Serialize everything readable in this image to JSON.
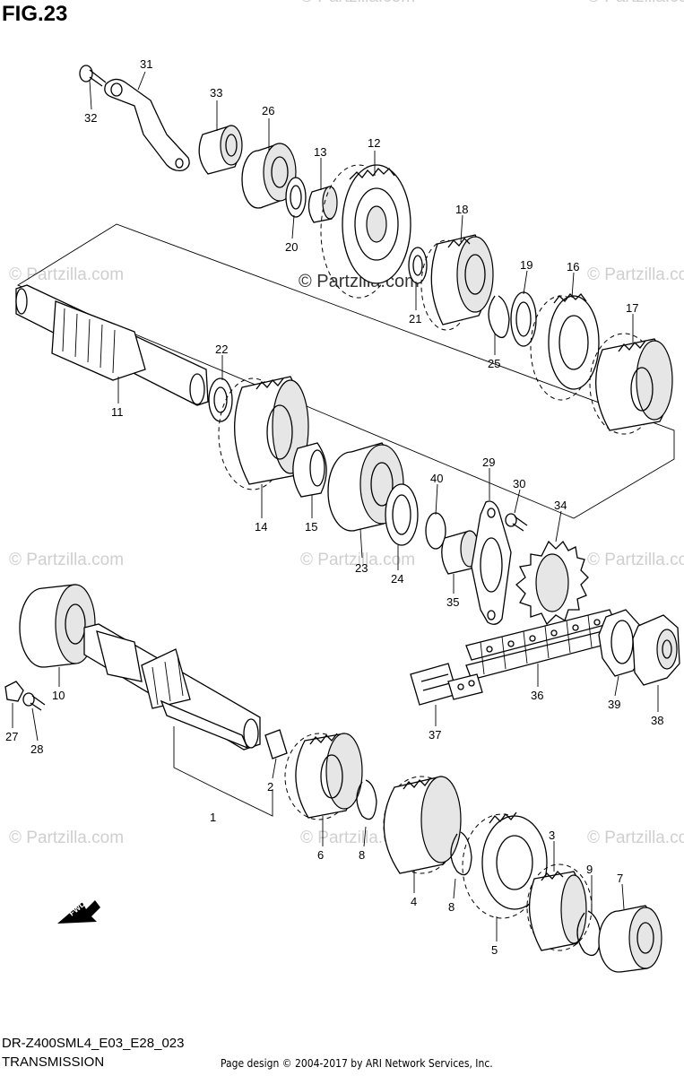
{
  "title": "FIG.23",
  "footer": {
    "model": "DR-Z400SML4_E03_E28_023",
    "section": "TRANSMISSION",
    "copyright": "Page design © 2004-2017 by ARI Network Services, Inc."
  },
  "watermark": "© Partzilla.com",
  "fwd_label": "FWD",
  "callouts": {
    "c1": "1",
    "c2": "2",
    "c3": "3",
    "c4": "4",
    "c5": "5",
    "c6": "6",
    "c7": "7",
    "c8a": "8",
    "c8b": "8",
    "c9": "9",
    "c10": "10",
    "c11": "11",
    "c12": "12",
    "c13": "13",
    "c14": "14",
    "c15": "15",
    "c16": "16",
    "c17": "17",
    "c18": "18",
    "c19": "19",
    "c20": "20",
    "c21": "21",
    "c22": "22",
    "c23": "23",
    "c24": "24",
    "c25": "25",
    "c26": "26",
    "c27": "27",
    "c28": "28",
    "c29": "29",
    "c30": "30",
    "c31": "31",
    "c32": "32",
    "c33": "33",
    "c34": "34",
    "c35": "35",
    "c36": "36",
    "c37": "37",
    "c38": "38",
    "c39": "39",
    "c40": "40"
  }
}
